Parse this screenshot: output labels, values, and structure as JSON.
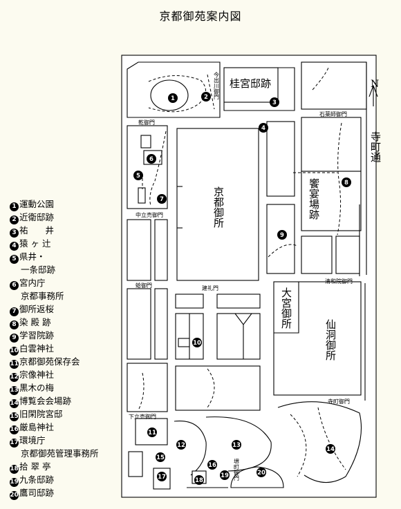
{
  "title": "京都御苑案内図",
  "gates": {
    "imadegawa": "今出川御門",
    "inui": "乾御門",
    "ishiyakushi": "石薬師御門",
    "nakadachiuri": "中立売御門",
    "hamaguri": "蛤御門",
    "kenrei": "建礼門",
    "seiwain": "清和院御門",
    "shimodachiuri": "下立売御門",
    "teramachi": "寺町御門",
    "sakai": "堺町御門"
  },
  "areas": {
    "katsura": "桂宮邸跡",
    "gosho": "京都御所",
    "kyoen": "饗宴場跡",
    "omiya": "大宮御所",
    "sento": "仙洞御所",
    "teramachi_dori": "寺町通",
    "north": "N"
  },
  "legend": [
    {
      "n": "1",
      "label": "運動公園"
    },
    {
      "n": "2",
      "label": "近衛邸跡"
    },
    {
      "n": "3",
      "label": "祐　　井"
    },
    {
      "n": "4",
      "label": "猿 ヶ 辻"
    },
    {
      "n": "5",
      "label": "県井・",
      "label2": "一条邸跡"
    },
    {
      "n": "6",
      "label": "宮内庁",
      "label2": "京都事務所"
    },
    {
      "n": "7",
      "label": "御所返桜"
    },
    {
      "n": "8",
      "label": "染 殿 跡"
    },
    {
      "n": "9",
      "label": "学習院跡"
    },
    {
      "n": "10",
      "label": "白雲神社"
    },
    {
      "n": "11",
      "label": "京都御苑保存会"
    },
    {
      "n": "12",
      "label": "宗像神社"
    },
    {
      "n": "13",
      "label": "黒木の梅"
    },
    {
      "n": "14",
      "label": "博覧会会場跡"
    },
    {
      "n": "15",
      "label": "旧閑院宮邸"
    },
    {
      "n": "16",
      "label": "厳島神社"
    },
    {
      "n": "17",
      "label": "環境庁",
      "label2": "京都御苑管理事務所"
    },
    {
      "n": "18",
      "label": "拾 翠 亭"
    },
    {
      "n": "19",
      "label": "九条邸跡"
    },
    {
      "n": "20",
      "label": "鷹司邸跡"
    }
  ]
}
